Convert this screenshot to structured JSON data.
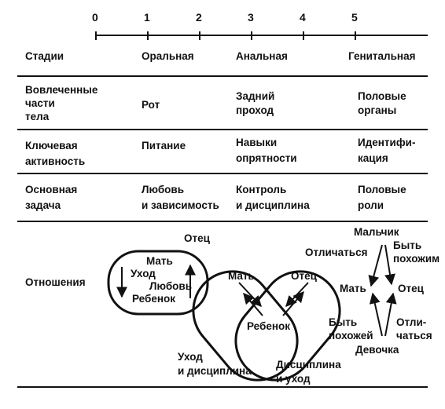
{
  "axis": {
    "ticks": [
      "0",
      "1",
      "2",
      "3",
      "4",
      "5"
    ]
  },
  "rows": [
    {
      "label": "Стадии",
      "cells": [
        "Оральная",
        "Анальная",
        "Генитальная"
      ]
    },
    {
      "label": "Вовлеченные\nчасти\nтела",
      "cells": [
        "Рот",
        "Задний\nпроход",
        "Половые\nорганы"
      ]
    },
    {
      "label": "Ключевая\nактивность",
      "cells": [
        "Питание",
        "Навыки\nопрятности",
        "Идентифи-\nкация"
      ]
    },
    {
      "label": "Основная\nзадача",
      "cells": [
        "Любовь\nи зависимость",
        "Контроль\nи дисциплина",
        "Половые\nроли"
      ]
    },
    {
      "label": "Отношения"
    }
  ],
  "oral": {
    "father": "Отец",
    "mother": "Мать",
    "care": "Уход",
    "love": "Любовь",
    "child": "Ребенок"
  },
  "anal": {
    "differ": "Отличаться",
    "mother": "Мать",
    "father": "Отец",
    "child": "Ребенок",
    "care_discipline": "Уход\nи дисциплина",
    "discipline_care": "Дисциплина\nи уход"
  },
  "genital": {
    "boy": "Мальчик",
    "be_like_top": "Быть\nпохожим",
    "mother": "Мать",
    "father": "Отец",
    "be_like_bottom": "Быть\nпохожей",
    "differ_bottom": "Отли-\nчаться",
    "girl": "Девочка"
  }
}
